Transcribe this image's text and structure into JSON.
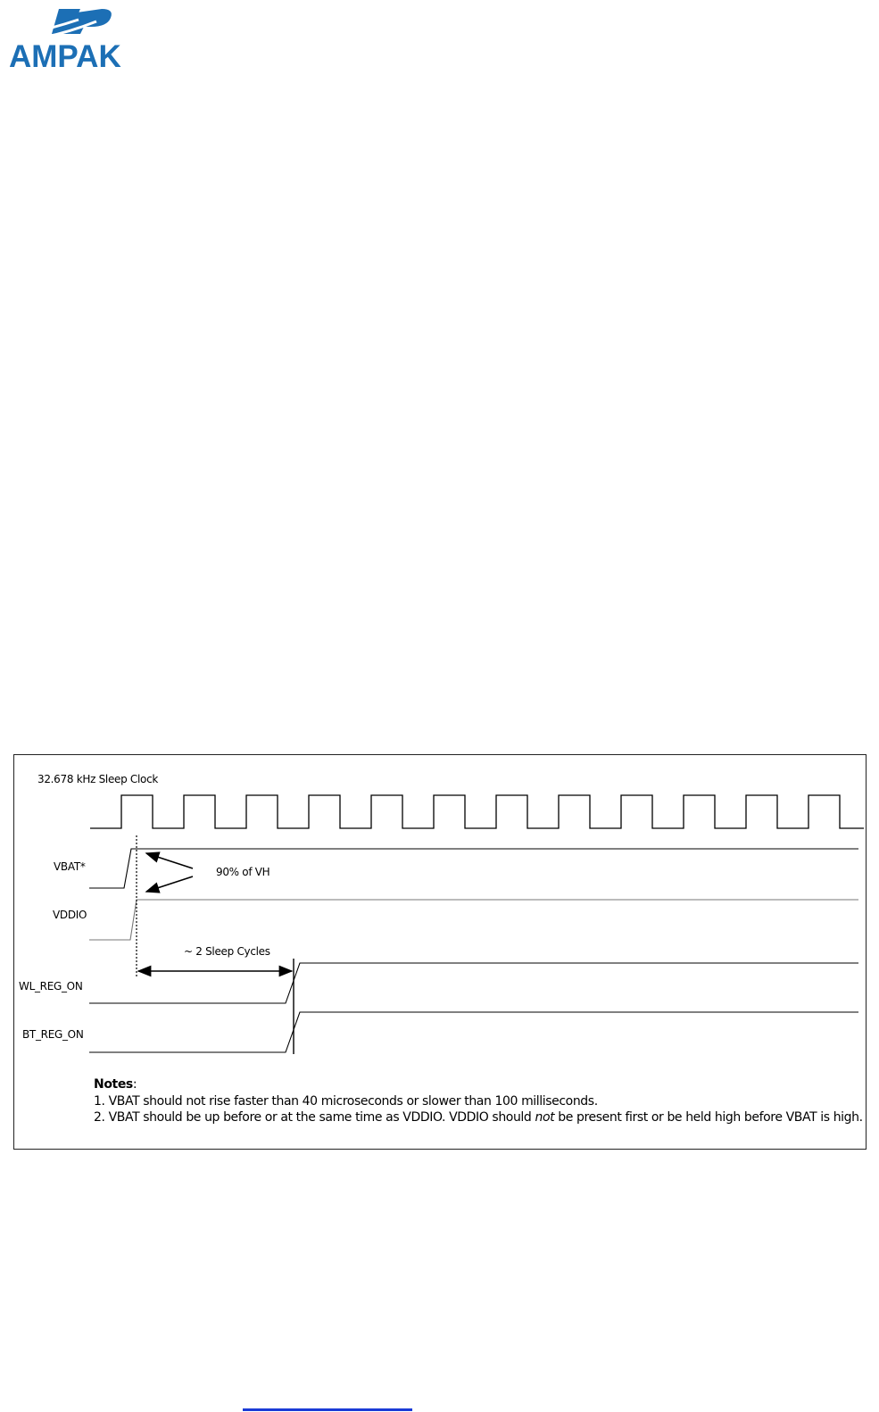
{
  "header": {
    "logo_text": "AMPAK"
  },
  "diagram": {
    "clock_label": "32.678  kHz Sleep Clock",
    "signals": {
      "vbat": "VBAT*",
      "vddio": "VDDIO",
      "wl_reg_on": "WL_REG_ON",
      "bt_reg_on": "BT_REG_ON"
    },
    "threshold_label": "90% of VH",
    "delay_label": "~ 2 Sleep Cycles"
  },
  "notes": {
    "title": "Notes",
    "title_suffix": ":",
    "note1": "1. VBAT should not rise faster than 40 microseconds or slower than 100 milliseconds.",
    "note2_a": "2. VBAT should be up before or at the same time as VDDIO. VDDIO should ",
    "note2_em": "not",
    "note2_b": " be present first or be held high before VBAT is high."
  },
  "colors": {
    "logo": "#1c6fb5",
    "link_underline": "#1a3bd6"
  }
}
